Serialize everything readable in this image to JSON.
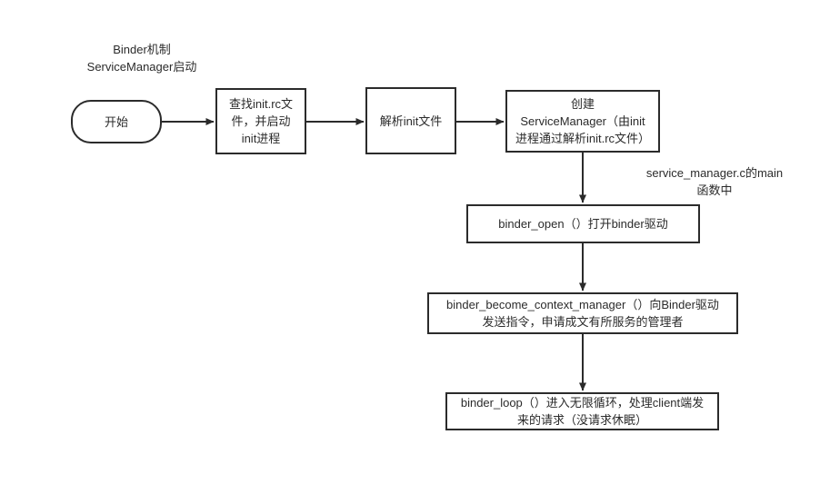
{
  "diagram": {
    "title": "Binder机制\nServiceManager启动",
    "background_color": "#ffffff",
    "stroke_color": "#2b2b2b",
    "text_color": "#2b2b2b",
    "nodes": {
      "start": "开始",
      "find_init_rc": "查找init.rc文\n件，并启动\ninit进程",
      "parse_init": "解析init文件",
      "create_service_manager": "创建\nServiceManager（由init\n进程通过解析init.rc文件）",
      "binder_open": "binder_open（）打开binder驱动",
      "binder_become_context_manager": "binder_become_context_manager（）向Binder驱动\n发送指令，申请成文有所服务的管理者",
      "binder_loop": "binder_loop（）进入无限循环，处理client端发\n来的请求（没请求休眠）"
    },
    "annotations": {
      "service_manager_main": "service_manager.c的main\n函数中"
    }
  }
}
